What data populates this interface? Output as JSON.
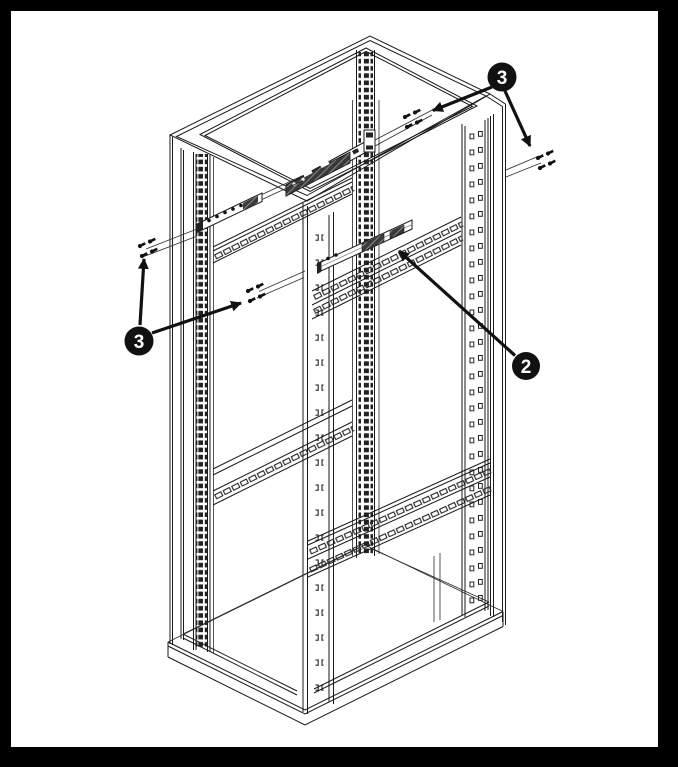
{
  "figure": {
    "type": "rack-rail-installation-diagram",
    "colors": {
      "background": "#000000",
      "canvas": "#ffffff",
      "ink": "#1a1a1a",
      "badge": "#111111",
      "badge_text": "#ffffff"
    },
    "callouts": [
      {
        "label": "3",
        "position": "top-right",
        "points_to": "screw sets at rear top and right side"
      },
      {
        "label": "3",
        "position": "middle-left",
        "points_to": "screw sets at left and center rails"
      },
      {
        "label": "2",
        "position": "middle-right",
        "points_to": "inner slide rail on right post"
      }
    ],
    "screw_sets": 4,
    "rails_shown": 3
  }
}
